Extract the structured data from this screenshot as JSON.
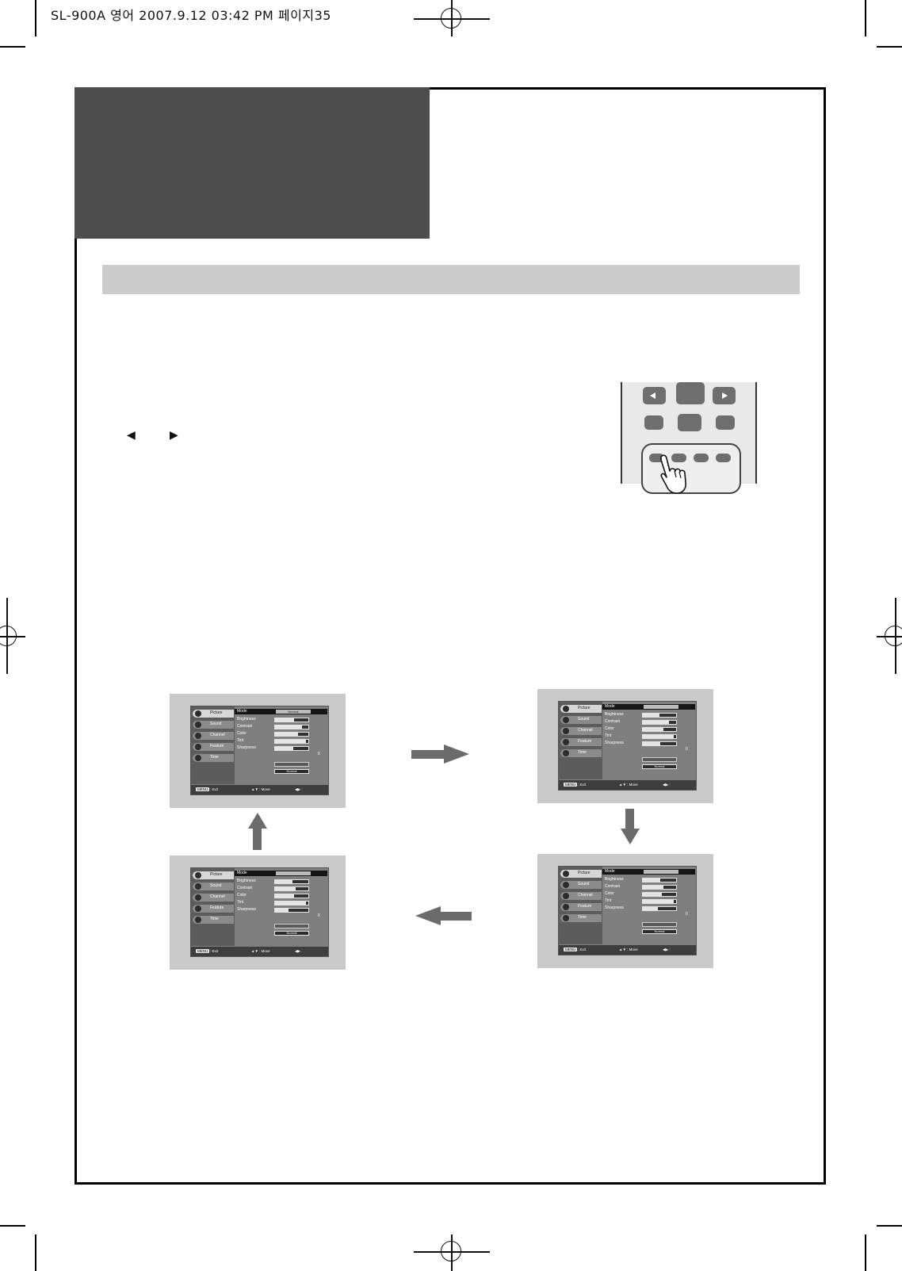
{
  "print_header": "SL-900A 영어  2007.9.12 03:42 PM 페이지35",
  "nav_symbols": {
    "left": "◀",
    "right": "▶"
  },
  "screen": {
    "menu_tabs": [
      "Picture",
      "Sound",
      "Channel",
      "Feature",
      "Time"
    ],
    "mode_label": "Mode",
    "mode_value": "Normal",
    "rows": [
      "Brightness",
      "Contrast",
      "Color",
      "Tint",
      "Sharpness"
    ],
    "normal_button": "Normal",
    "tint_value": "0",
    "footer": {
      "menu_key": "MENU",
      "exit": ": Exit",
      "move": "▲▼ : Move",
      "adjust": "◀▶ :"
    }
  },
  "screens": [
    {
      "id": "top-left",
      "bars": [
        0.56,
        0.82,
        0.7,
        0.92,
        0.55
      ]
    },
    {
      "id": "top-right",
      "bars": [
        0.5,
        0.78,
        0.62,
        0.92,
        0.52
      ]
    },
    {
      "id": "bottom-right",
      "bars": [
        0.52,
        0.62,
        0.58,
        0.92,
        0.45
      ]
    },
    {
      "id": "bottom-left",
      "bars": [
        0.52,
        0.62,
        0.58,
        0.92,
        0.4
      ]
    }
  ]
}
